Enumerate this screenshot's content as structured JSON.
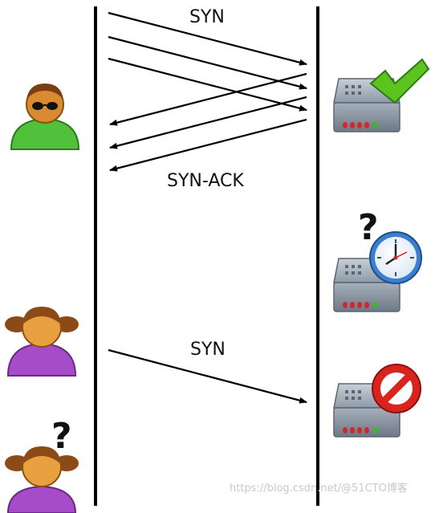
{
  "labels": {
    "syn_top": "SYN",
    "syn_ack": "SYN-ACK",
    "syn_bottom": "SYN",
    "question_client": "?",
    "question_server": "?"
  },
  "watermark": "https://blog.csdn.net/@51CTO博客",
  "icons": {
    "attacker": "attacker-with-sunglasses-icon",
    "client_top": "legit-client-icon",
    "client_bottom": "confused-client-icon",
    "server_ok": "server-checkmark-icon",
    "server_wait": "server-clock-icon",
    "server_blocked": "server-prohibited-icon"
  },
  "colors": {
    "attacker_body": "#4fc13a",
    "attacker_face": "#d98b32",
    "client_body": "#a64cc8",
    "client_hair": "#8c4a16",
    "server_body": "#8c99a6",
    "check": "#5cc41e",
    "prohibited": "#d8241c",
    "clock": "#3a7fd0"
  }
}
